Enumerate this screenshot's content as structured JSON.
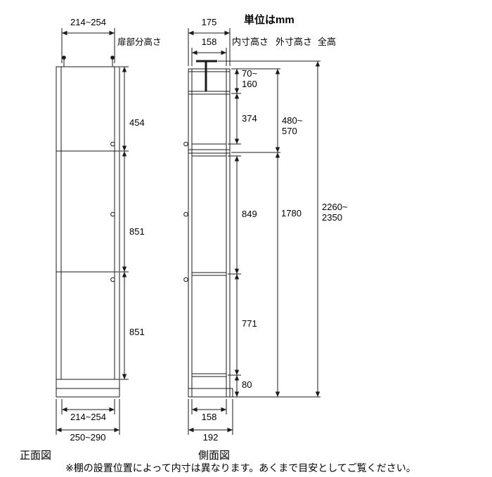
{
  "colors": {
    "line": "#1a1a1a",
    "text": "#000000",
    "background": "#ffffff"
  },
  "header": {
    "unit": "単位はmm",
    "col_door": "扉部分高さ",
    "col_inner": "内寸高さ",
    "col_outer": "外寸高さ",
    "col_total": "全高"
  },
  "front": {
    "label": "正面図",
    "width_top": "214~254",
    "h1": "454",
    "h2": "851",
    "h3": "851",
    "width_inner": "214~254",
    "width_outer": "250~290"
  },
  "side": {
    "label": "側面図",
    "depth_top": "175",
    "depth_top_inner": "158",
    "spring1": "70~",
    "spring2": "160",
    "i1": "374",
    "i2": "849",
    "i3": "771",
    "i4": "80",
    "o1a": "480~",
    "o1b": "570",
    "o2": "1780",
    "t1": "2260~",
    "t2": "2350",
    "depth_inner": "158",
    "depth_outer": "192"
  },
  "footnote": "※棚の設置位置によって内寸は異なります。あくまで目安としてご覧ください。"
}
